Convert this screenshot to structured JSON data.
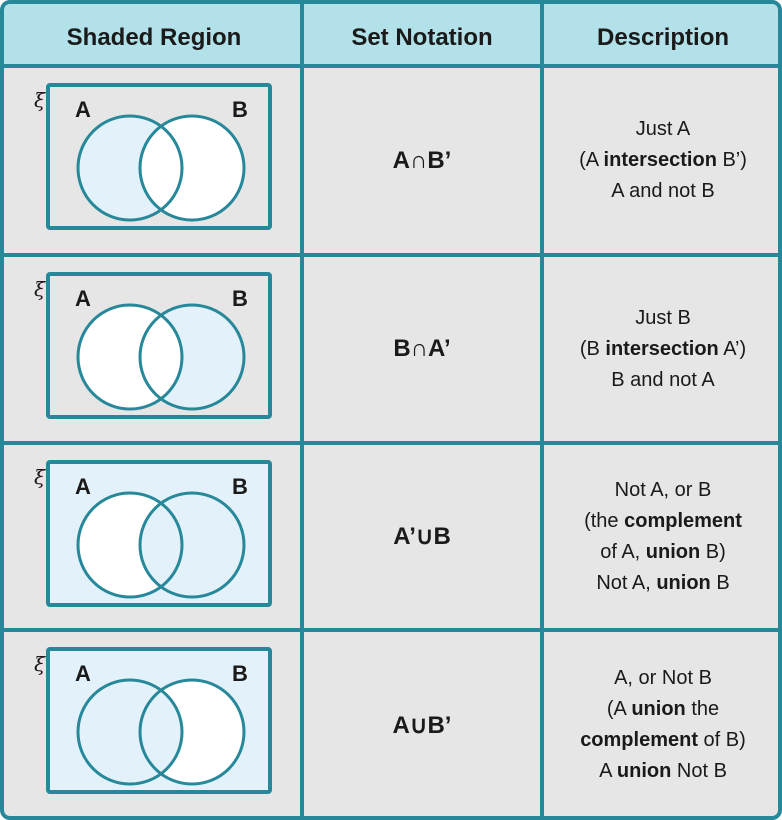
{
  "colors": {
    "border": "#27889a",
    "header_bg": "#b2e1ea",
    "cell_bg": "#e6e6e6",
    "shade": "#e3f1fb",
    "circle_fill": "#ffffff"
  },
  "headers": [
    "Shaded Region",
    "Set Notation",
    "Description"
  ],
  "rows": [
    {
      "universe_symbol": "ξ",
      "label_a": "A",
      "label_b": "B",
      "shaded_region": "A only",
      "notation": "A∩B’",
      "description": [
        [
          {
            "t": "Just A",
            "b": false
          }
        ],
        [
          {
            "t": "(A ",
            "b": false
          },
          {
            "t": "intersection",
            "b": true
          },
          {
            "t": " B’)",
            "b": false
          }
        ],
        [
          {
            "t": "A and not B",
            "b": false
          }
        ]
      ]
    },
    {
      "universe_symbol": "ξ",
      "label_a": "A",
      "label_b": "B",
      "shaded_region": "B only",
      "notation": "B∩A’",
      "description": [
        [
          {
            "t": "Just B",
            "b": false
          }
        ],
        [
          {
            "t": "(B ",
            "b": false
          },
          {
            "t": "intersection",
            "b": true
          },
          {
            "t": " A’)",
            "b": false
          }
        ],
        [
          {
            "t": "B and not A",
            "b": false
          }
        ]
      ]
    },
    {
      "universe_symbol": "ξ",
      "label_a": "A",
      "label_b": "B",
      "shaded_region": "not A, or B",
      "notation": "A’∪B",
      "description": [
        [
          {
            "t": "Not A, or B",
            "b": false
          }
        ],
        [
          {
            "t": "(the ",
            "b": false
          },
          {
            "t": "complement",
            "b": true
          }
        ],
        [
          {
            "t": "of A, ",
            "b": false
          },
          {
            "t": "union",
            "b": true
          },
          {
            "t": " B)",
            "b": false
          }
        ],
        [
          {
            "t": "Not A, ",
            "b": false
          },
          {
            "t": "union",
            "b": true
          },
          {
            "t": " B",
            "b": false
          }
        ]
      ]
    },
    {
      "universe_symbol": "ξ",
      "label_a": "A",
      "label_b": "B",
      "shaded_region": "A, or not B",
      "notation": "A∪B’",
      "description": [
        [
          {
            "t": "A, or Not B",
            "b": false
          }
        ],
        [
          {
            "t": "(A ",
            "b": false
          },
          {
            "t": "union",
            "b": true
          },
          {
            "t": " the",
            "b": false
          }
        ],
        [
          {
            "t": "complement",
            "b": true
          },
          {
            "t": " of B)",
            "b": false
          }
        ],
        [
          {
            "t": "A ",
            "b": false
          },
          {
            "t": "union",
            "b": true
          },
          {
            "t": " Not B",
            "b": false
          }
        ]
      ]
    }
  ]
}
